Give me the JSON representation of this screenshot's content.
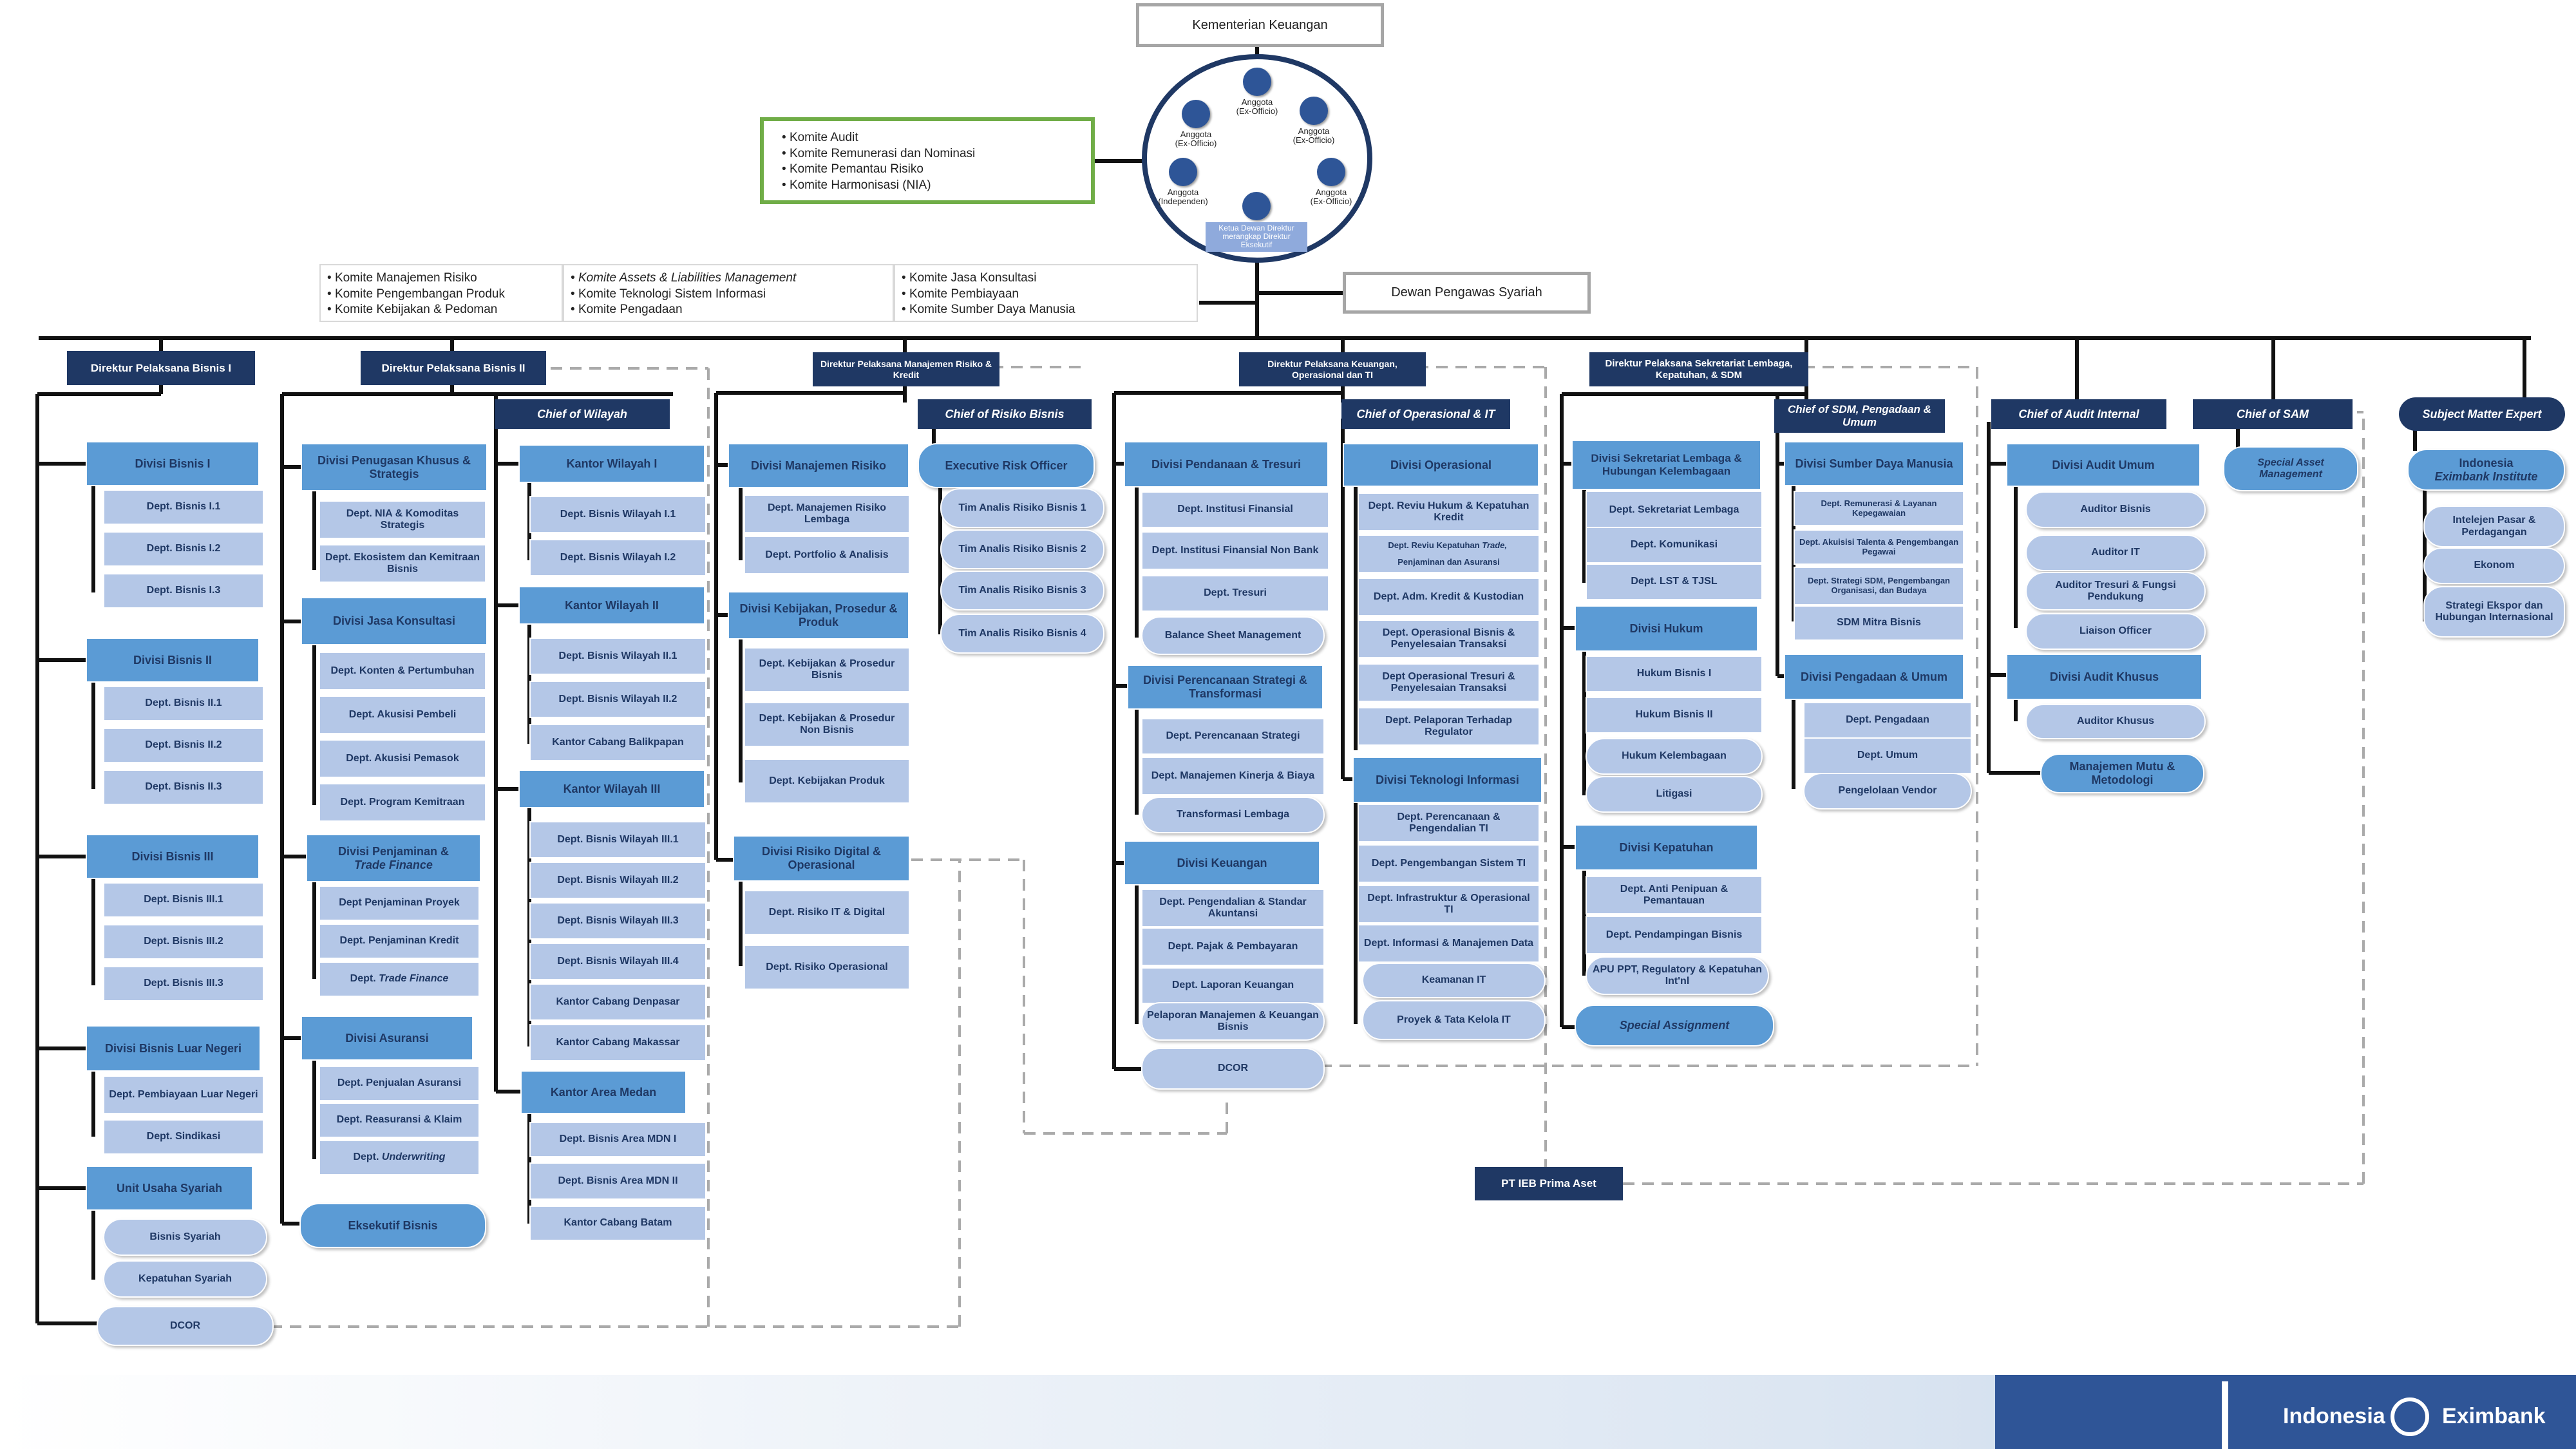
{
  "top": {
    "kemenkeu": "Kementerian Keuangan",
    "dps": "Dewan Pengawas Syariah",
    "members": {
      "m1": "Anggota\n(Ex-Officio)",
      "m2": "Anggota\n(Ex-Officio)",
      "m3": "Anggota\n(Ex-Officio)",
      "m4": "Anggota\n(Independen)",
      "m5": "Anggota\n(Ex-Officio)",
      "chair": "Ketua Dewan Direktur merangkap Direktur Eksekutif"
    },
    "board_committees": [
      "Komite Audit",
      "Komite Remunerasi dan Nominasi",
      "Komite Pemantau Risiko",
      "Komite Harmonisasi (NIA)"
    ],
    "committees_a": [
      "Komite Manajemen Risiko",
      "Komite Pengembangan Produk",
      "Komite Kebijakan & Pedoman"
    ],
    "committees_b": [
      "Komite Assets & Liabilities Management",
      "Komite Teknologi Sistem Informasi",
      "Komite Pengadaan"
    ],
    "committees_c": [
      "Komite Jasa Konsultasi",
      "Komite Pembiayaan",
      "Komite Sumber Daya Manusia"
    ]
  },
  "directors": {
    "d1": "Direktur Pelaksana Bisnis I",
    "d2": "Direktur Pelaksana Bisnis II",
    "d3": "Direktur Pelaksana Manajemen Risiko & Kredit",
    "d4": "Direktur Pelaksana Keuangan, Operasional dan TI",
    "d5": "Direktur Pelaksana Sekretariat Lembaga, Kepatuhan, & SDM"
  },
  "chiefs": {
    "wilayah": "Chief of Wilayah",
    "risiko": "Chief of Risiko Bisnis",
    "operasional": "Chief of Operasional & IT",
    "sdm": "Chief of SDM, Pengadaan & Umum",
    "audit": "Chief of Audit Internal",
    "sam": "Chief of SAM",
    "sme": "Subject Matter Expert"
  },
  "col1": {
    "bisnis1": "Divisi Bisnis I",
    "b11": "Dept. Bisnis I.1",
    "b12": "Dept. Bisnis I.2",
    "b13": "Dept. Bisnis I.3",
    "bisnis2": "Divisi Bisnis II",
    "b21": "Dept. Bisnis II.1",
    "b22": "Dept. Bisnis II.2",
    "b23": "Dept. Bisnis II.3",
    "bisnis3": "Divisi Bisnis III",
    "b31": "Dept. Bisnis III.1",
    "b32": "Dept. Bisnis III.2",
    "b33": "Dept. Bisnis III.3",
    "bln": "Divisi Bisnis Luar Negeri",
    "bln1": "Dept. Pembiayaan Luar Negeri",
    "bln2": "Dept. Sindikasi",
    "uus": "Unit Usaha Syariah",
    "uus1": "Bisnis Syariah",
    "uus2": "Kepatuhan Syariah",
    "dcor": "DCOR"
  },
  "col2": {
    "pks": "Divisi Penugasan Khusus & Strategis",
    "pks1": "Dept. NIA & Komoditas Strategis",
    "pks2": "Dept. Ekosistem dan Kemitraan Bisnis",
    "jk": "Divisi Jasa Konsultasi",
    "jk1": "Dept. Konten & Pertumbuhan",
    "jk2": "Dept. Akusisi Pembeli",
    "jk3": "Dept. Akusisi Pemasok",
    "jk4": "Dept. Program Kemitraan",
    "pj_a": "Divisi Penjaminan &",
    "pj_b": "Trade Finance",
    "pj1": "Dept Penjaminan Proyek",
    "pj2": "Dept. Penjaminan Kredit",
    "pj3_a": "Dept.",
    "pj3_b": "Trade Finance",
    "as": "Divisi Asuransi",
    "as1": "Dept. Penjualan Asuransi",
    "as2": "Dept. Reasuransi & Klaim",
    "as3_a": "Dept.",
    "as3_b": "Underwriting",
    "eks": "Eksekutif Bisnis"
  },
  "col3": {
    "kw1": "Kantor Wilayah I",
    "kw11": "Dept. Bisnis Wilayah I.1",
    "kw12": "Dept. Bisnis Wilayah I.2",
    "kw2": "Kantor Wilayah II",
    "kw21": "Dept. Bisnis Wilayah II.1",
    "kw22": "Dept. Bisnis Wilayah II.2",
    "kw23": "Kantor Cabang Balikpapan",
    "kw3": "Kantor Wilayah III",
    "kw31": "Dept. Bisnis Wilayah III.1",
    "kw32": "Dept. Bisnis Wilayah III.2",
    "kw33": "Dept. Bisnis Wilayah III.3",
    "kw34": "Dept. Bisnis Wilayah III.4",
    "kw35": "Kantor Cabang Denpasar",
    "kw36": "Kantor Cabang Makassar",
    "kam": "Kantor Area Medan",
    "kam1": "Dept. Bisnis Area MDN I",
    "kam2": "Dept. Bisnis Area MDN II",
    "kam3": "Kantor Cabang Batam"
  },
  "col4": {
    "mr": "Divisi Manajemen Risiko",
    "mr1": "Dept. Manajemen Risiko Lembaga",
    "mr2": "Dept. Portfolio & Analisis",
    "kpp": "Divisi Kebijakan, Prosedur & Produk",
    "kpp1": "Dept. Kebijakan & Prosedur Bisnis",
    "kpp2": "Dept. Kebijakan & Prosedur Non Bisnis",
    "kpp3": "Dept. Kebijakan Produk",
    "rdo": "Divisi Risiko Digital & Operasional",
    "rdo1": "Dept. Risiko IT & Digital",
    "rdo2": "Dept. Risiko Operasional"
  },
  "col5": {
    "ero": "Executive Risk Officer",
    "t1": "Tim Analis Risiko Bisnis 1",
    "t2": "Tim Analis Risiko Bisnis 2",
    "t3": "Tim Analis Risiko Bisnis 3",
    "t4": "Tim Analis Risiko Bisnis 4"
  },
  "col6": {
    "pt": "Divisi Pendanaan & Tresuri",
    "pt1": "Dept. Institusi Finansial",
    "pt2": "Dept. Institusi Finansial Non Bank",
    "pt3": "Dept. Tresuri",
    "pt4": "Balance Sheet Management",
    "pst": "Divisi Perencanaan Strategi & Transformasi",
    "pst1": "Dept. Perencanaan Strategi",
    "pst2": "Dept. Manajemen Kinerja & Biaya",
    "pst3": "Transformasi Lembaga",
    "ku": "Divisi Keuangan",
    "ku1": "Dept. Pengendalian & Standar Akuntansi",
    "ku2": "Dept. Pajak & Pembayaran",
    "ku3": "Dept. Laporan Keuangan",
    "ku4": "Pelaporan Manajemen & Keuangan Bisnis",
    "dcor": "DCOR"
  },
  "col7": {
    "op": "Divisi Operasional",
    "op1": "Dept. Reviu Hukum & Kepatuhan Kredit",
    "op2_a": "Dept. Reviu Kepatuhan",
    "op2_b": "Trade,",
    "op2_c": "Penjaminan dan Asuransi",
    "op3": "Dept. Adm. Kredit & Kustodian",
    "op4": "Dept. Operasional Bisnis & Penyelesaian Transaksi",
    "op5": "Dept Operasional Tresuri & Penyelesaian Transaksi",
    "op6": "Dept. Pelaporan Terhadap Regulator",
    "ti": "Divisi Teknologi Informasi",
    "ti1": "Dept. Perencanaan & Pengendalian TI",
    "ti2": "Dept. Pengembangan Sistem TI",
    "ti3": "Dept. Infrastruktur & Operasional TI",
    "ti4": "Dept. Informasi & Manajemen Data",
    "ti5": "Keamanan IT",
    "ti6": "Proyek & Tata Kelola IT"
  },
  "col8": {
    "shk": "Divisi Sekretariat Lembaga & Hubungan Kelembagaan",
    "shk1": "Dept. Sekretariat Lembaga",
    "shk2": "Dept. Komunikasi",
    "shk3": "Dept. LST & TJSL",
    "hk": "Divisi Hukum",
    "hk1": "Hukum Bisnis I",
    "hk2": "Hukum Bisnis II",
    "hk3": "Hukum Kelembagaan",
    "hk4": "Litigasi",
    "kp": "Divisi Kepatuhan",
    "kp1": "Dept. Anti Penipuan & Pemantauan",
    "kp2": "Dept. Pendampingan Bisnis",
    "kp3": "APU PPT, Regulatory & Kepatuhan Int'nl",
    "kp4": "Special Assignment"
  },
  "col9": {
    "sdm": "Divisi Sumber Daya Manusia",
    "sdm1": "Dept. Remunerasi & Layanan Kepegawaian",
    "sdm2": "Dept. Akuisisi Talenta & Pengembangan Pegawai",
    "sdm3": "Dept. Strategi SDM, Pengembangan Organisasi, dan Budaya",
    "sdm4": "SDM Mitra Bisnis",
    "pu": "Divisi Pengadaan & Umum",
    "pu1": "Dept. Pengadaan",
    "pu2": "Dept. Umum",
    "pu3": "Pengelolaan Vendor"
  },
  "col10": {
    "au": "Divisi Audit Umum",
    "au1": "Auditor Bisnis",
    "au2": "Auditor IT",
    "au3": "Auditor Tresuri & Fungsi Pendukung",
    "au4": "Liaison Officer",
    "ak": "Divisi Audit Khusus",
    "ak1": "Auditor Khusus",
    "mm": "Manajemen Mutu & Metodologi"
  },
  "col11": {
    "sam": "Special Asset Management",
    "ptieb": "PT IEB Prima Aset"
  },
  "col12": {
    "iei_a": "Indonesia",
    "iei_b": "Eximbank Institute",
    "s1": "Intelejen Pasar & Perdagangan",
    "s2": "Ekonom",
    "s3": "Strategi Ekspor dan Hubungan Internasional"
  },
  "footer": {
    "brand_left": "Indonesia",
    "brand_right": "Eximbank"
  }
}
